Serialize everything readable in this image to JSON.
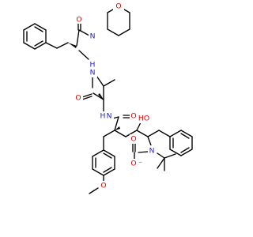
{
  "molecule": {
    "atoms": [
      {
        "id": "o-morpholine",
        "symbol": "O"
      },
      {
        "id": "n-morpholine",
        "symbol": "N"
      },
      {
        "id": "o-carbonyl-1",
        "symbol": "O"
      },
      {
        "id": "n-amide-1",
        "symbol": "N",
        "hydrogen": "H"
      },
      {
        "id": "o-carbonyl-2",
        "symbol": "O"
      },
      {
        "id": "n-amide-2",
        "symbol": "N",
        "hydrogen": "H"
      },
      {
        "id": "o-carbonyl-3",
        "symbol": "O"
      },
      {
        "id": "o-hydroxyl",
        "symbol": "O",
        "hydrogen": "H",
        "label": "HO"
      },
      {
        "id": "n-carbamate",
        "symbol": "N"
      },
      {
        "id": "o-carbamate-1",
        "symbol": "O"
      },
      {
        "id": "o-carbamate-2",
        "symbol": "O",
        "charge": "−"
      },
      {
        "id": "o-methoxy",
        "symbol": "O"
      }
    ]
  },
  "colors": {
    "background": "#ffffff",
    "bond": "#000000",
    "oxygen": "#e00000",
    "nitrogen": "#2020d0"
  }
}
